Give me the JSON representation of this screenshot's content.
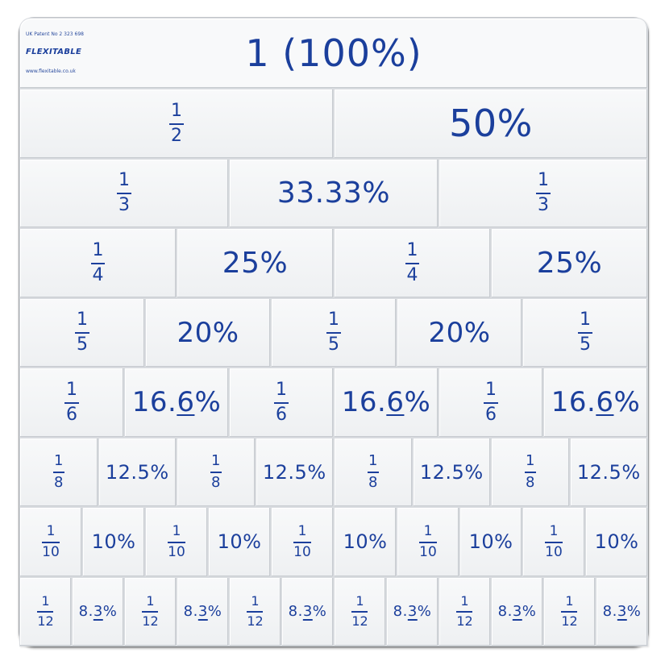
{
  "header": {
    "patent": "UK Patent No 2 323 698",
    "logo": "FLEXITABLE",
    "website": "www.flexitable.co.uk",
    "whole_label": "1 (100%)"
  },
  "colors": {
    "ink": "#1b3f9c",
    "board": "#f4f5f7",
    "tile": "#f6f7f8"
  },
  "rows": [
    {
      "denominator": "2",
      "fraction_numerator": "1",
      "percent": "50%",
      "percent_main": "50%",
      "percent_rep": "",
      "percent_tail": "",
      "count": 2
    },
    {
      "denominator": "3",
      "fraction_numerator": "1",
      "percent": "33.33%",
      "percent_main": "33.33%",
      "percent_rep": "",
      "percent_tail": "",
      "count": 3
    },
    {
      "denominator": "4",
      "fraction_numerator": "1",
      "percent": "25%",
      "percent_main": "25%",
      "percent_rep": "",
      "percent_tail": "",
      "count": 4
    },
    {
      "denominator": "5",
      "fraction_numerator": "1",
      "percent": "20%",
      "percent_main": "20%",
      "percent_rep": "",
      "percent_tail": "",
      "count": 5
    },
    {
      "denominator": "6",
      "fraction_numerator": "1",
      "percent": "16.6%",
      "percent_main": "16.",
      "percent_rep": "6",
      "percent_tail": "%",
      "count": 6
    },
    {
      "denominator": "8",
      "fraction_numerator": "1",
      "percent": "12.5%",
      "percent_main": "12.5%",
      "percent_rep": "",
      "percent_tail": "",
      "count": 8
    },
    {
      "denominator": "10",
      "fraction_numerator": "1",
      "percent": "10%",
      "percent_main": "10%",
      "percent_rep": "",
      "percent_tail": "",
      "count": 10
    },
    {
      "denominator": "12",
      "fraction_numerator": "1",
      "percent": "8.3%",
      "percent_main": "8.",
      "percent_rep": "3",
      "percent_tail": "%",
      "count": 12
    }
  ]
}
